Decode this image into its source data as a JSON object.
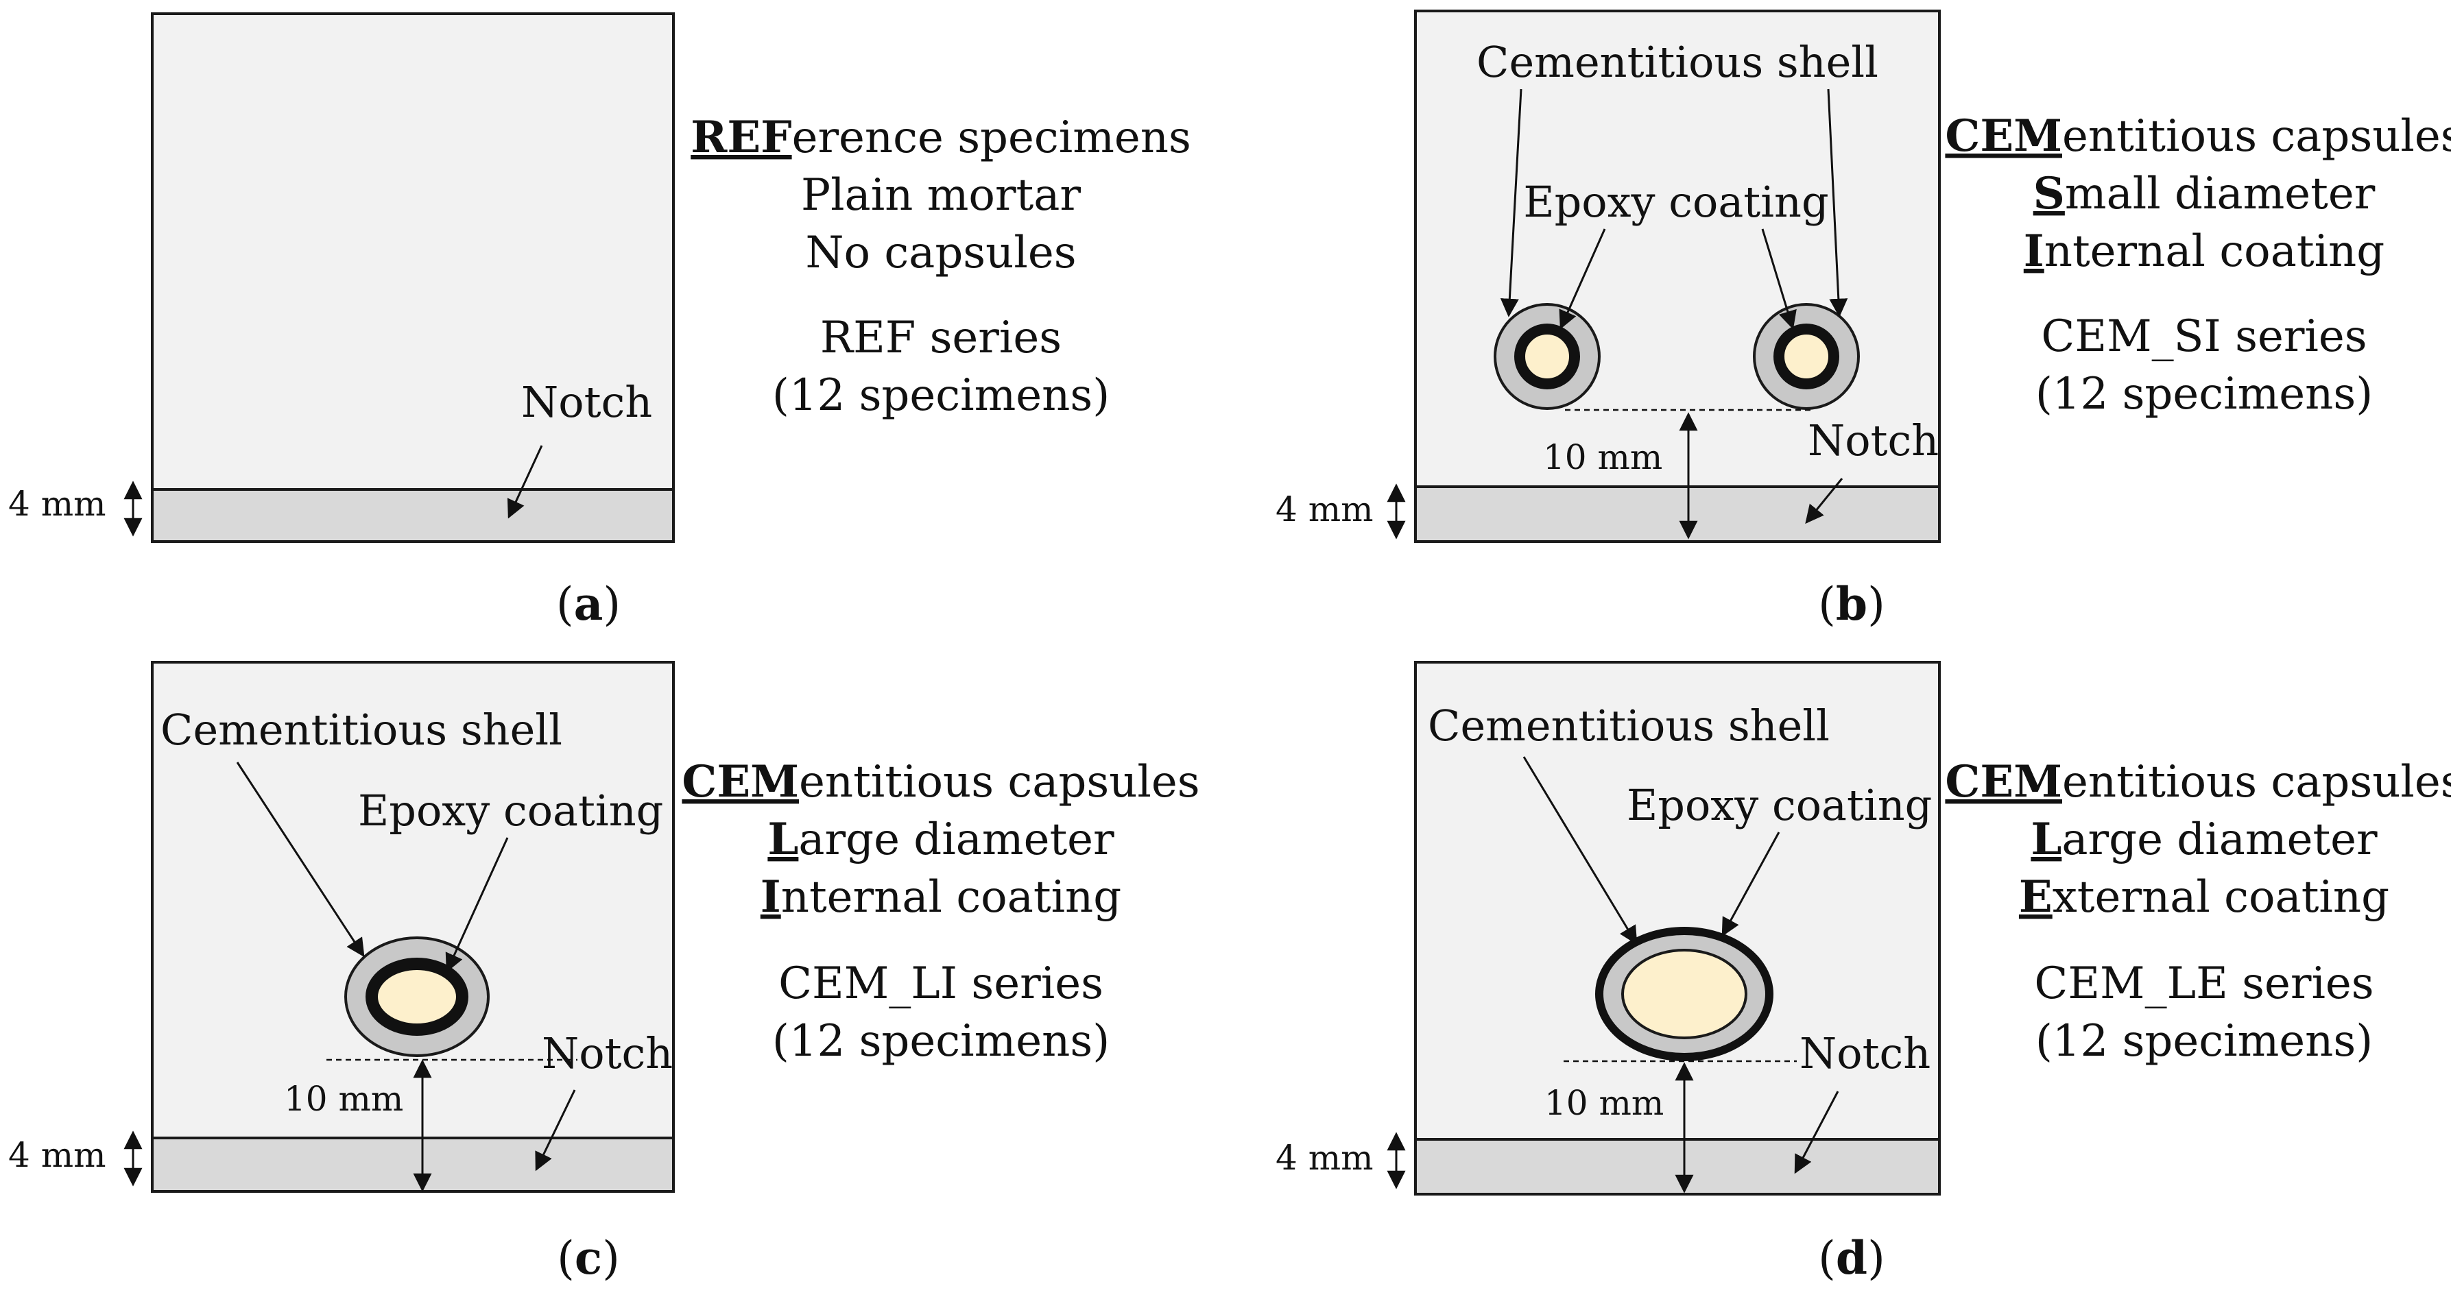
{
  "panels": {
    "a": {
      "label": "a",
      "notch": "Notch",
      "dim_notch": "4 mm",
      "title_bold": "REF",
      "title_rest": "erence specimens",
      "lines": [
        "Plain mortar",
        "No capsules"
      ],
      "series": "REF series",
      "count": "(12 specimens)"
    },
    "b": {
      "label": "b",
      "shell": "Cementitious shell",
      "coating": "Epoxy coating",
      "notch": "Notch",
      "dim_notch": "4 mm",
      "dim_gap": "10 mm",
      "title_bold": "CEM",
      "title_rest": "entitious capsules",
      "line1_bold": "S",
      "line1_rest": "mall diameter",
      "line2_bold": "I",
      "line2_rest": "nternal coating",
      "series": "CEM_SI series",
      "count": "(12 specimens)"
    },
    "c": {
      "label": "c",
      "shell": "Cementitious shell",
      "coating": "Epoxy coating",
      "notch": "Notch",
      "dim_notch": "4 mm",
      "dim_gap": "10 mm",
      "title_bold": "CEM",
      "title_rest": "entitious capsules",
      "line1_bold": "L",
      "line1_rest": "arge diameter",
      "line2_bold": "I",
      "line2_rest": "nternal coating",
      "series": "CEM_LI series",
      "count": "(12 specimens)"
    },
    "d": {
      "label": "d",
      "shell": "Cementitious shell",
      "coating": "Epoxy coating",
      "notch": "Notch",
      "dim_notch": "4 mm",
      "dim_gap": "10 mm",
      "title_bold": "CEM",
      "title_rest": "entitious capsules",
      "line1_bold": "L",
      "line1_rest": "arge diameter",
      "line2_bold": "E",
      "line2_rest": "xternal coating",
      "series": "CEM_LE series",
      "count": "(12 specimens)"
    }
  },
  "colors": {
    "specimen_fill": "#f2f2f2",
    "notch_fill": "#d9d9d9",
    "shell_fill": "#c8c8c8",
    "core_fill": "#fdf0cc",
    "outline": "#1a1a1a"
  }
}
